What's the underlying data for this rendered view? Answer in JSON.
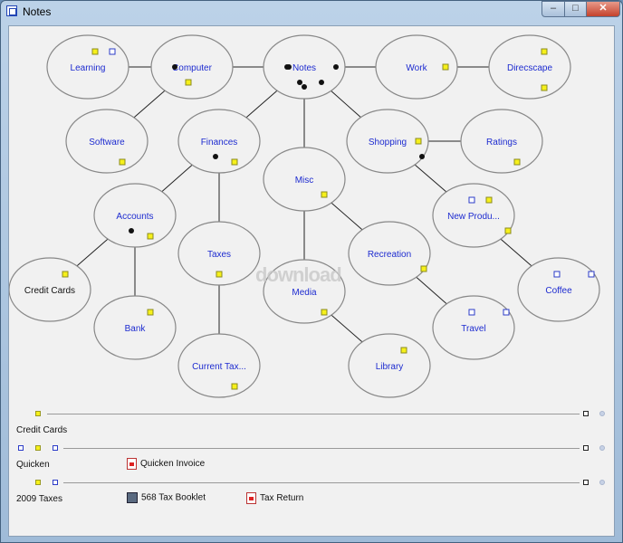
{
  "window": {
    "title": "Notes",
    "min": "–",
    "max": "□",
    "close": "✕"
  },
  "watermark": "download",
  "nodes": [
    {
      "label": "Learning",
      "color": "blue"
    },
    {
      "label": "Computer",
      "color": "blue"
    },
    {
      "label": "Notes",
      "color": "blue"
    },
    {
      "label": "Work",
      "color": "blue"
    },
    {
      "label": "Direcscape",
      "color": "blue"
    },
    {
      "label": "Software",
      "color": "blue"
    },
    {
      "label": "Finances",
      "color": "blue"
    },
    {
      "label": "Misc",
      "color": "blue"
    },
    {
      "label": "Shopping",
      "color": "blue"
    },
    {
      "label": "Ratings",
      "color": "blue"
    },
    {
      "label": "Accounts",
      "color": "blue"
    },
    {
      "label": "New Produ...",
      "color": "blue"
    },
    {
      "label": "Taxes",
      "color": "blue"
    },
    {
      "label": "Recreation",
      "color": "blue"
    },
    {
      "label": "Credit Cards",
      "color": "black"
    },
    {
      "label": "Media",
      "color": "blue"
    },
    {
      "label": "Coffee",
      "color": "blue"
    },
    {
      "label": "Bank",
      "color": "blue"
    },
    {
      "label": "Travel",
      "color": "blue"
    },
    {
      "label": "Current Tax...",
      "color": "blue"
    },
    {
      "label": "Library",
      "color": "blue"
    }
  ],
  "list": [
    {
      "label": "Credit Cards",
      "docs": []
    },
    {
      "label": "Quicken",
      "docs": [
        {
          "icon": "pdf-icon",
          "text": "Quicken Invoice"
        }
      ]
    },
    {
      "label": "2009 Taxes",
      "docs": [
        {
          "icon": "booklet-icon",
          "text": "568 Tax Booklet"
        },
        {
          "icon": "pdf-icon",
          "text": "Tax Return"
        }
      ]
    }
  ]
}
